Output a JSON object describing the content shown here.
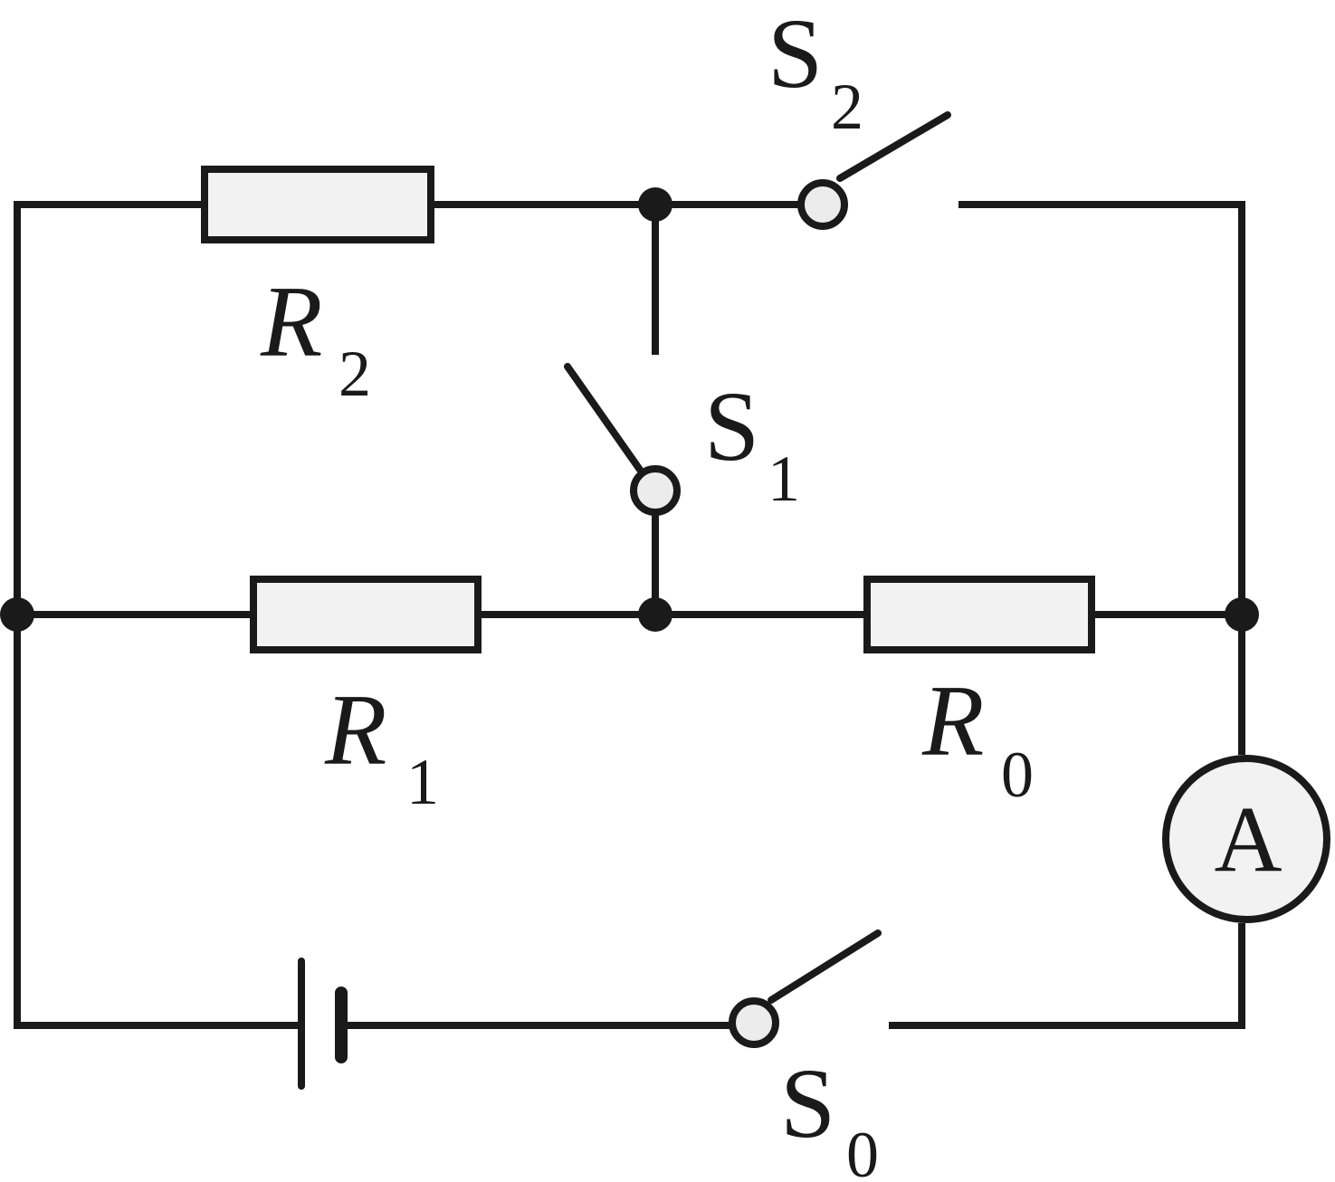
{
  "components": {
    "R2": {
      "symbol": "R",
      "subscript": "2",
      "kind": "resistor"
    },
    "R1": {
      "symbol": "R",
      "subscript": "1",
      "kind": "resistor"
    },
    "R0": {
      "symbol": "R",
      "subscript": "0",
      "kind": "resistor"
    },
    "S2": {
      "symbol": "S",
      "subscript": "2",
      "kind": "switch",
      "state": "open"
    },
    "S1": {
      "symbol": "S",
      "subscript": "1",
      "kind": "switch",
      "state": "open"
    },
    "S0": {
      "symbol": "S",
      "subscript": "0",
      "kind": "switch",
      "state": "open"
    },
    "ammeter": {
      "symbol": "A",
      "kind": "ammeter"
    },
    "battery": {
      "kind": "battery"
    }
  },
  "colors": {
    "line": "#1a1a1a",
    "fill": "#f2f2f2",
    "background": "#ffffff"
  }
}
